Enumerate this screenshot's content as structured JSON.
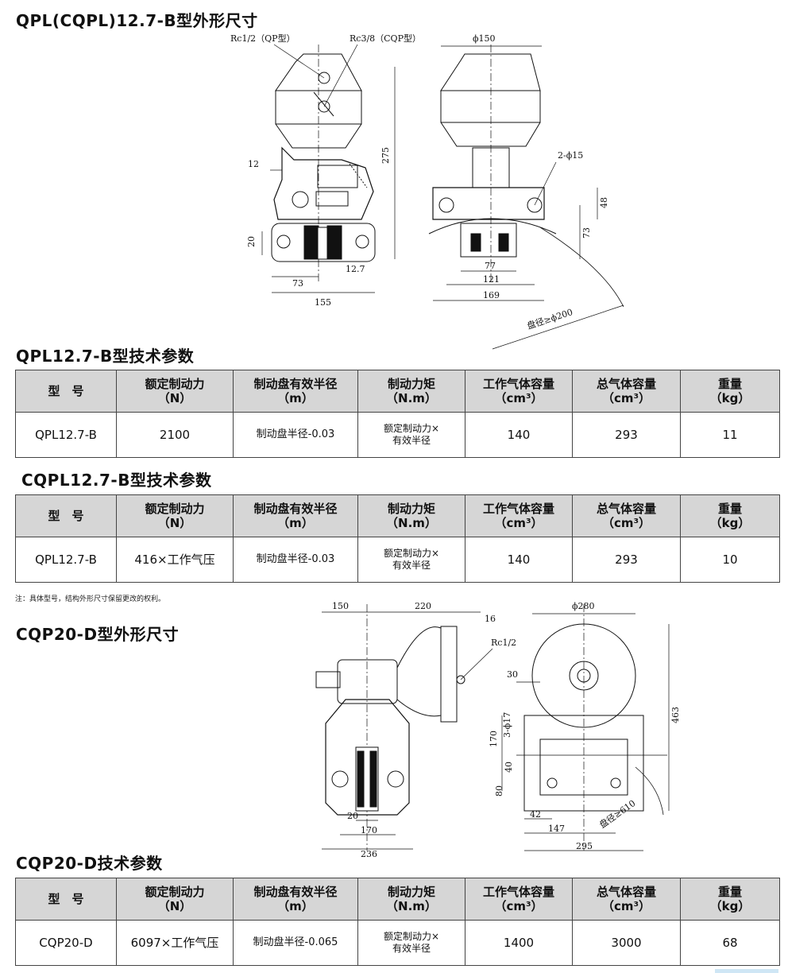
{
  "sections": {
    "qpl_outline_title": "QPL(CQPL)12.7-B型外形尺寸",
    "qpl_table_title": "QPL12.7-B型技术参数",
    "cqpl_table_title": "CQPL12.7-B型技术参数",
    "cqp_outline_title": "CQP20-D型外形尺寸",
    "cqp_table_title": "CQP20-D技术参数"
  },
  "note": "注：具体型号，结构外形尺寸保留更改的权利。",
  "table_headers": {
    "model": "型　号",
    "rated_force": "额定制动力",
    "rated_force_unit": "（N）",
    "radius": "制动盘有效半径",
    "radius_unit": "（m）",
    "torque": "制动力矩",
    "torque_unit": "（N.m）",
    "work_volume": "工作气体容量",
    "work_volume_unit": "（cm³）",
    "total_volume": "总气体容量",
    "total_volume_unit": "（cm³）",
    "weight": "重量",
    "weight_unit": "（kg）"
  },
  "tables": {
    "qpl": {
      "model": "QPL12.7-B",
      "rated_force": "2100",
      "radius": "制动盘半径-0.03",
      "torque_line1": "额定制动力×",
      "torque_line2": "有效半径",
      "work_volume": "140",
      "total_volume": "293",
      "weight": "11"
    },
    "cqpl": {
      "model": "QPL12.7-B",
      "rated_force": "416×工作气压",
      "radius": "制动盘半径-0.03",
      "torque_line1": "额定制动力×",
      "torque_line2": "有效半径",
      "work_volume": "140",
      "total_volume": "293",
      "weight": "10"
    },
    "cqp": {
      "model": "CQP20-D",
      "rated_force": "6097×工作气压",
      "radius": "制动盘半径-0.065",
      "torque_line1": "额定制动力×",
      "torque_line2": "有效半径",
      "work_volume": "1400",
      "total_volume": "3000",
      "weight": "68"
    }
  },
  "dims_qpl": {
    "rc12": "Rc1/2（QP型）",
    "rc38": "Rc3/8（CQP型）",
    "d150": "ϕ150",
    "d275": "275",
    "d12": "12",
    "d20": "20",
    "d127": "12.7",
    "d73a": "73",
    "d155": "155",
    "d2phi15": "2-ϕ15",
    "d48": "48",
    "d73b": "73",
    "d77": "77",
    "d121": "121",
    "d169": "169",
    "disc": "盘径≥ϕ200"
  },
  "dims_cqp": {
    "d150": "150",
    "d220": "220",
    "d16": "16",
    "rc12": "Rc1/2",
    "d280": "ϕ280",
    "d30": "30",
    "d3phi17": "3-ϕ17",
    "d170a": "170",
    "d40": "40",
    "d80": "80",
    "d463": "463",
    "d20": "20",
    "d170b": "170",
    "d236": "236",
    "d42": "42",
    "d147": "147",
    "d295": "295",
    "disc": "盘径≥610"
  }
}
